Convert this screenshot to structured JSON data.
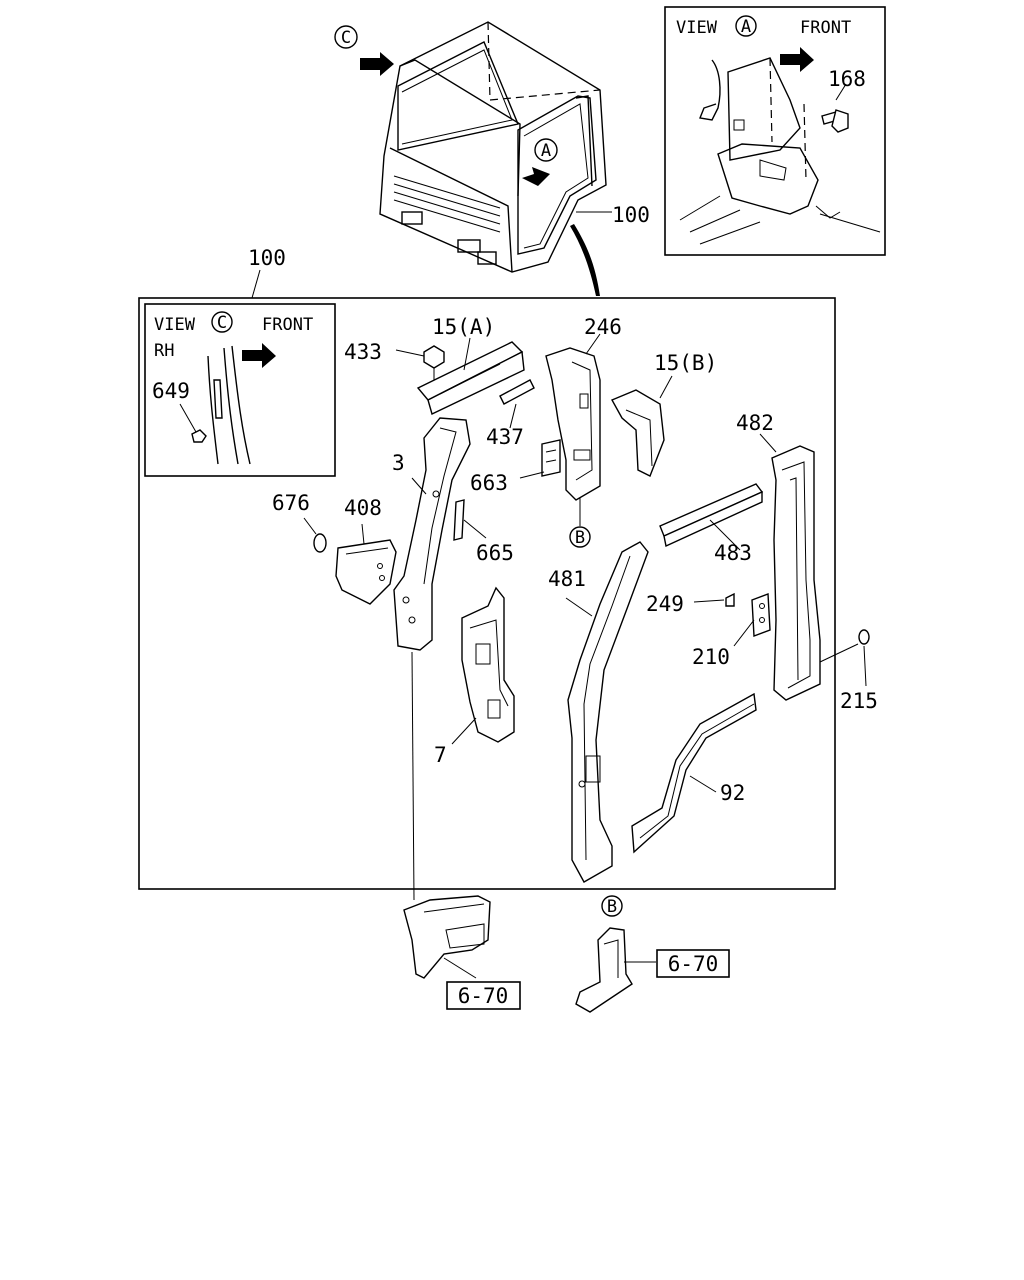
{
  "main_callout": "100",
  "cab_callout": "100",
  "view_a": {
    "title": "VIEW",
    "circle_letter": "A",
    "direction": "FRONT",
    "part": "168"
  },
  "view_c": {
    "title": "VIEW",
    "circle_letter": "C",
    "direction": "FRONT",
    "side": "RH",
    "part": "649"
  },
  "cab_markers": {
    "c": "C",
    "a": "A"
  },
  "parts": {
    "p15a": "15(A)",
    "p15b": "15(B)",
    "p433": "433",
    "p246": "246",
    "p437": "437",
    "p663": "663",
    "p3": "3",
    "p665": "665",
    "p676": "676",
    "p408": "408",
    "p482": "482",
    "p483": "483",
    "p481": "481",
    "p249": "249",
    "p210": "210",
    "p215": "215",
    "p7": "7",
    "p92": "92"
  },
  "marker_b": "B",
  "ref_boxes": {
    "left": "6-70",
    "right": "6-70"
  }
}
